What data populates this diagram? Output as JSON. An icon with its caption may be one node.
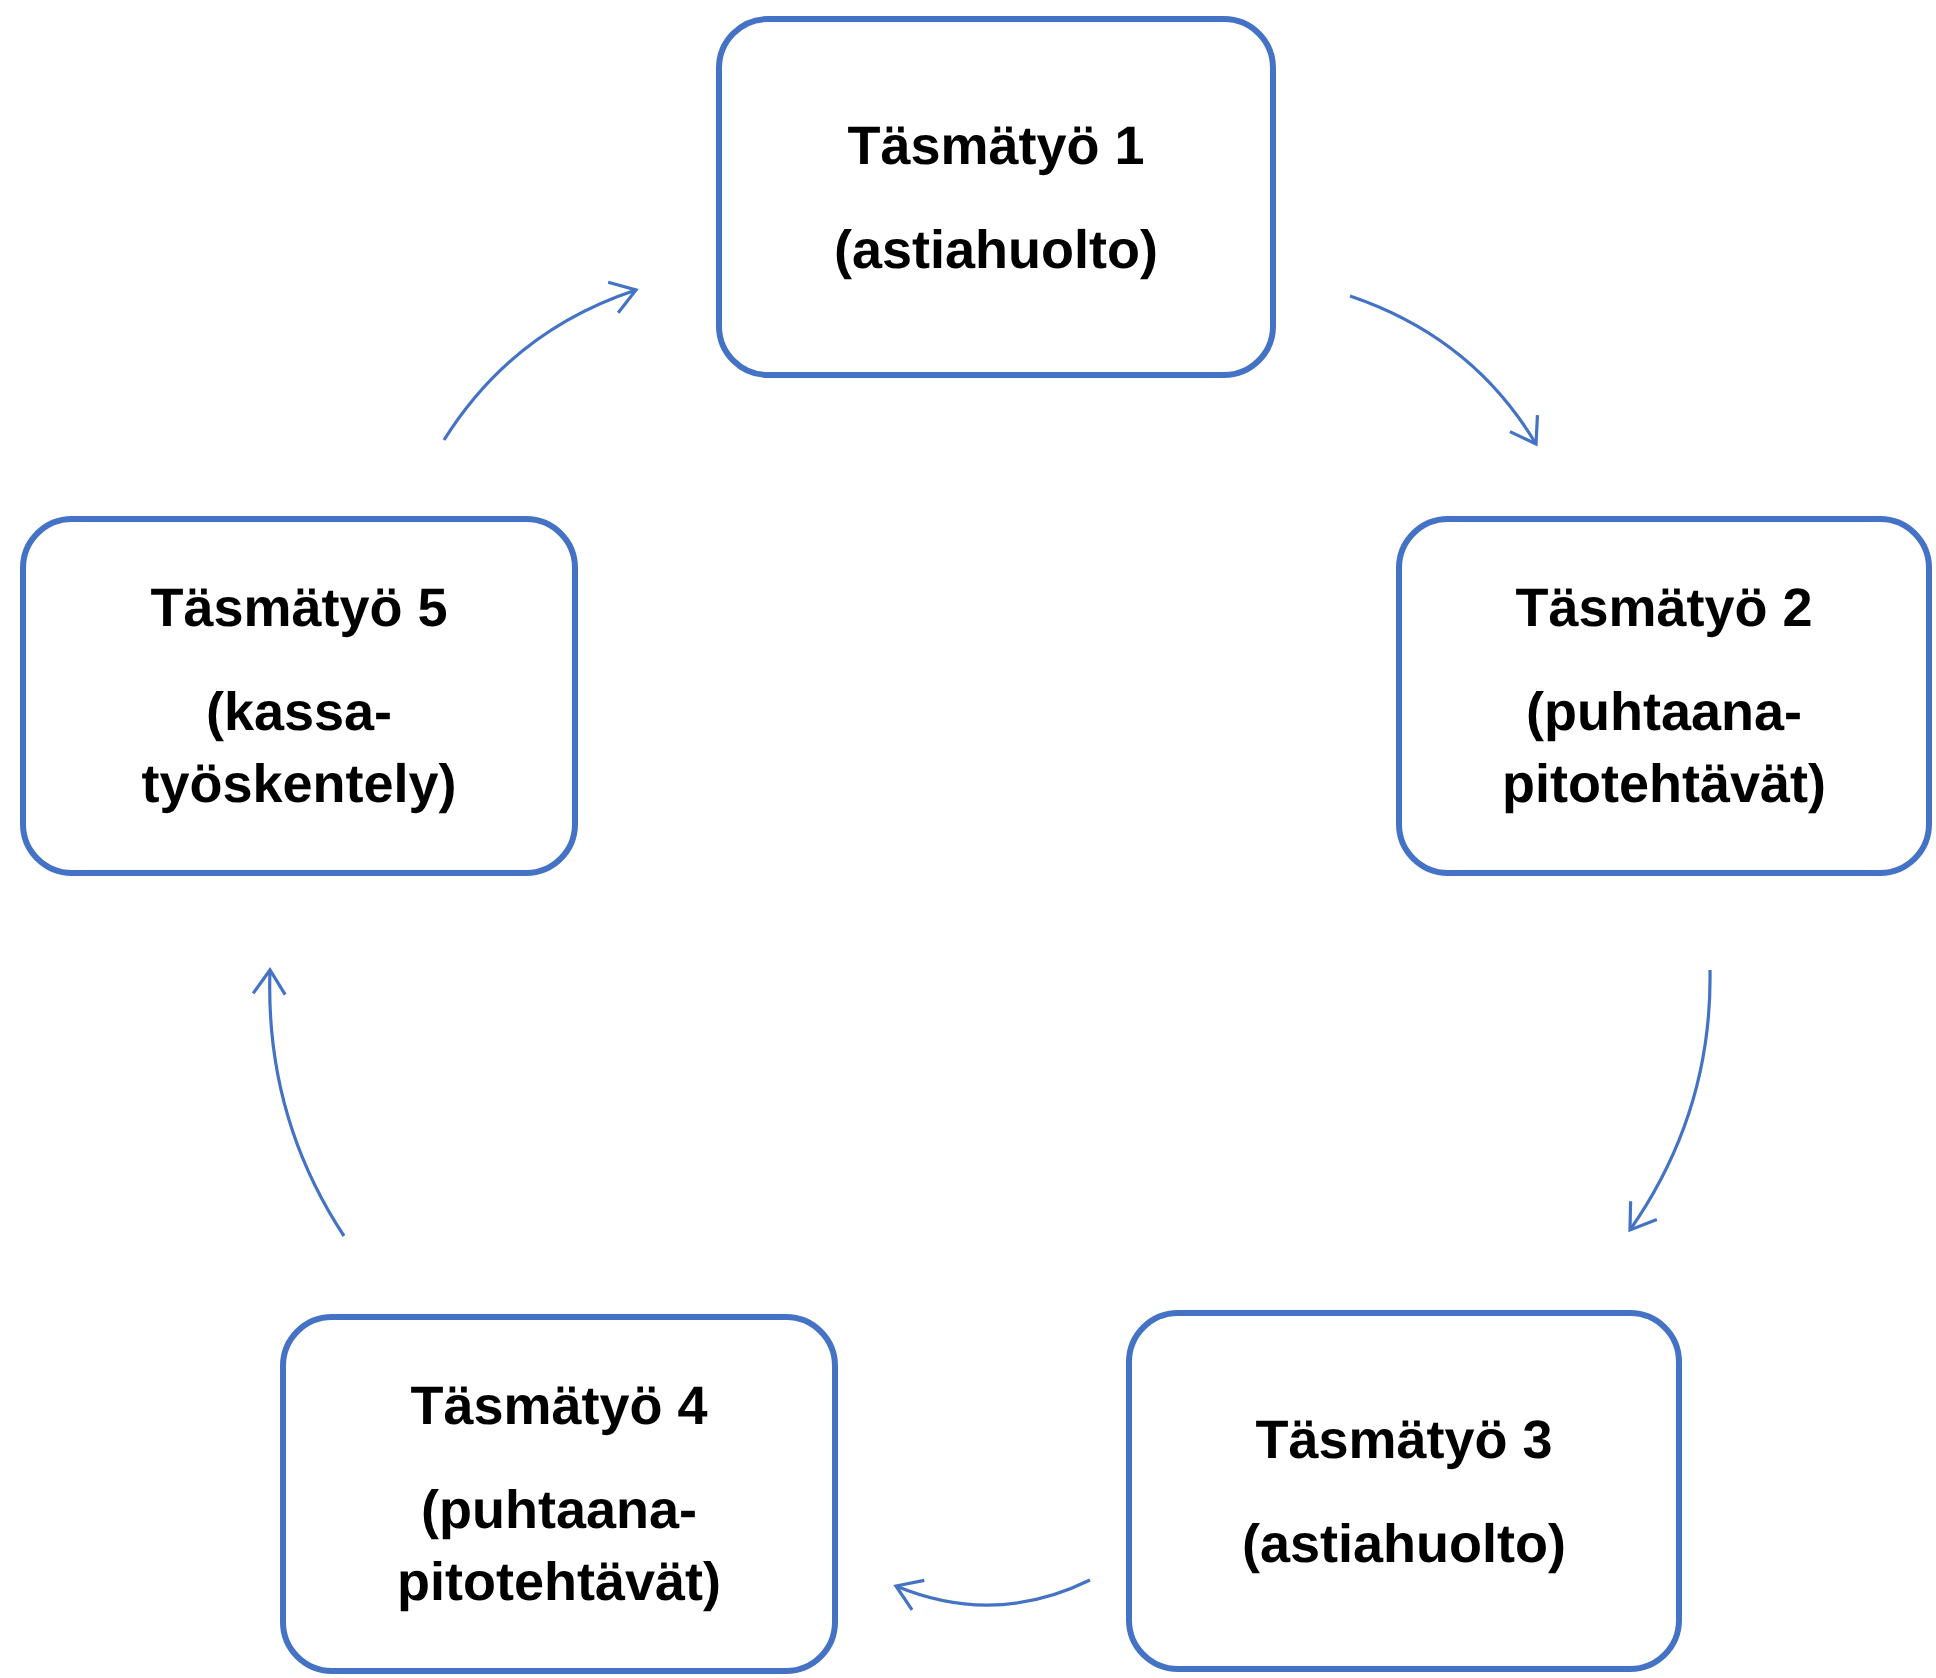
{
  "diagram": {
    "nodes": [
      {
        "text": [
          "Täsmätyö 1",
          "(astiahuolto)"
        ]
      },
      {
        "text": [
          "Täsmätyö 2",
          "(puhtaana- pitotehtävät)"
        ]
      },
      {
        "text": [
          "Täsmätyö 3",
          "(astiahuolto)"
        ]
      },
      {
        "text": [
          "Täsmätyö 4",
          "(puhtaana- pitotehtävät)"
        ]
      },
      {
        "text": [
          "Täsmätyö 5",
          "(kassa- työskentely)"
        ]
      }
    ],
    "edges": [
      {
        "from": 0,
        "to": 1,
        "arrow": "to"
      },
      {
        "from": 1,
        "to": 2,
        "arrow": "to"
      },
      {
        "from": 2,
        "to": 3,
        "arrow": "to"
      },
      {
        "from": 3,
        "to": 4,
        "arrow": "to"
      },
      {
        "from": 4,
        "to": 0,
        "arrow": "to"
      }
    ]
  }
}
